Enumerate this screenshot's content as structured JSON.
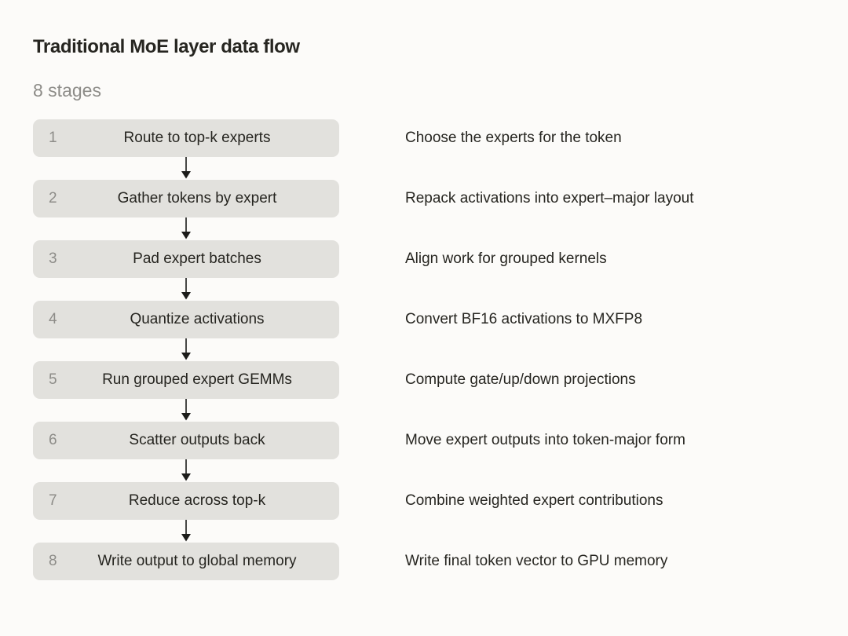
{
  "title": "Traditional MoE layer data flow",
  "subtitle": "8 stages",
  "colors": {
    "background": "#fcfbf9",
    "box_fill": "#e2e1dd",
    "text_dark": "#262520",
    "text_muted": "#8d8c88",
    "arrow": "#1c1c1a"
  },
  "icons": {
    "arrow_down": "down-arrow-icon"
  },
  "stages": [
    {
      "number": "1",
      "label": "Route to top-k experts",
      "description": "Choose the experts for the token"
    },
    {
      "number": "2",
      "label": "Gather tokens by expert",
      "description": "Repack activations into expert–major layout"
    },
    {
      "number": "3",
      "label": "Pad expert batches",
      "description": "Align work for grouped kernels"
    },
    {
      "number": "4",
      "label": "Quantize activations",
      "description": "Convert BF16 activations to MXFP8"
    },
    {
      "number": "5",
      "label": "Run grouped expert GEMMs",
      "description": "Compute gate/up/down projections"
    },
    {
      "number": "6",
      "label": "Scatter outputs back",
      "description": "Move expert outputs into token-major form"
    },
    {
      "number": "7",
      "label": "Reduce across top-k",
      "description": "Combine weighted expert contributions"
    },
    {
      "number": "8",
      "label": "Write output to global memory",
      "description": "Write final token vector to GPU memory"
    }
  ]
}
